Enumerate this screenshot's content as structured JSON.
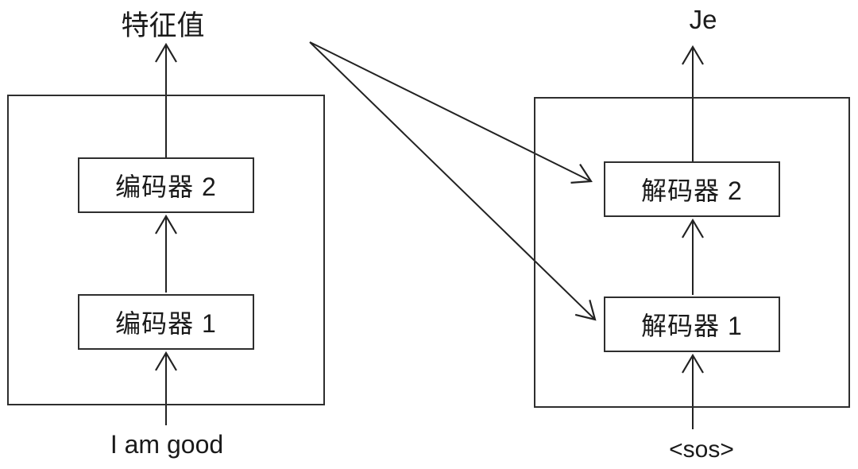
{
  "diagram": {
    "title_semantic": "seq2seq encoder-decoder architecture",
    "encoder_stack": {
      "output_label": "特征值",
      "input_label": "I am good",
      "blocks": [
        {
          "label": "编码器 1"
        },
        {
          "label": "编码器 2"
        }
      ]
    },
    "decoder_stack": {
      "output_label": "Je",
      "input_label": "<sos>",
      "blocks": [
        {
          "label": "解码器 1"
        },
        {
          "label": "解码器 2"
        }
      ]
    },
    "colors": {
      "background": "#ffffff",
      "line": "#222222",
      "box_border": "#2e2e2e",
      "text": "#1a1a1a"
    }
  }
}
